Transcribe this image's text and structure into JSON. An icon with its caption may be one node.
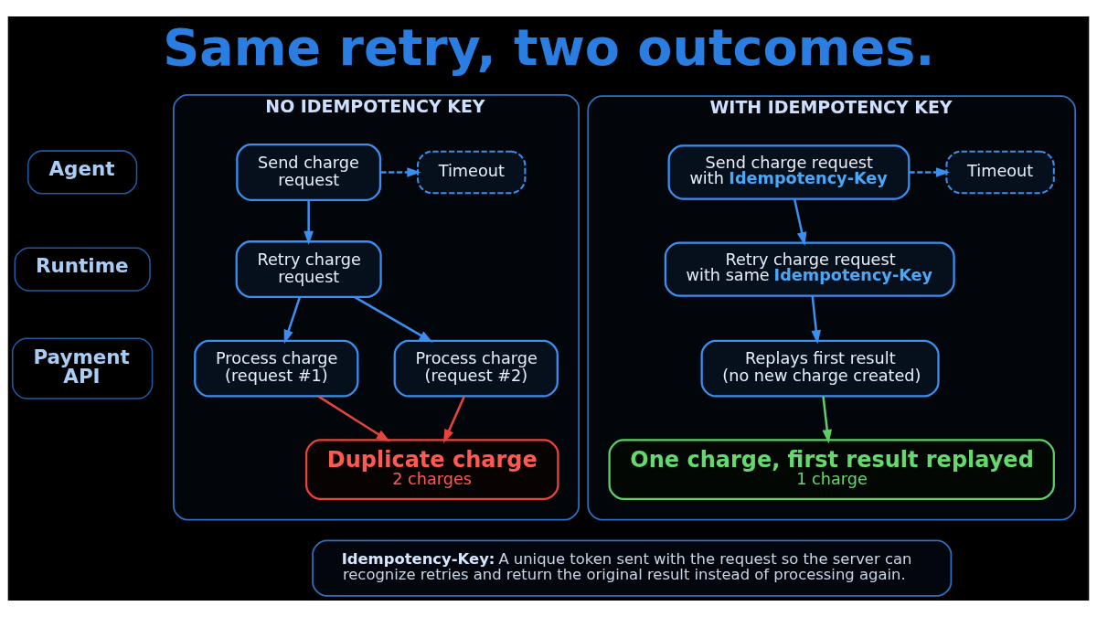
{
  "diagram": {
    "title": "Same retry, two outcomes.",
    "nodes": [
      {
        "text": [
          "NO IDEMPOTENCY KEY"
        ]
      },
      {
        "text": [
          "WITH IDEMPOTENCY KEY"
        ]
      },
      {
        "text": [
          "Agent"
        ]
      },
      {
        "text": [
          "Runtime"
        ]
      },
      {
        "text": [
          "Payment API"
        ]
      },
      {
        "text": [
          "Send charge request"
        ],
        "in": 0
      },
      {
        "text": [
          "Timeout"
        ],
        "in": 0
      },
      {
        "text": [
          "Retry charge request"
        ],
        "in": 0
      },
      {
        "text": [
          "Process charge (request #1)"
        ],
        "in": 0
      },
      {
        "text": [
          "Process charge (request #2)"
        ],
        "in": 0
      },
      {
        "text": [
          "Duplicate charge",
          "2 charges"
        ],
        "in": 0
      },
      {
        "text": [
          "Send charge request with **Idempotency-Key**"
        ],
        "in": 1
      },
      {
        "text": [
          "Timeout"
        ],
        "in": 1
      },
      {
        "text": [
          "Retry charge request with same **Idempotency-Key**"
        ],
        "in": 1
      },
      {
        "text": [
          "Replays first result (no new charge created)"
        ],
        "in": 1
      },
      {
        "text": [
          "One charge, first result replayed",
          "1 charge"
        ],
        "in": 1
      },
      {
        "text": [
          "**Idempotency-Key:** A unique token sent with the request so the server can recognize retries and return the original result instead of processing again."
        ]
      }
    ],
    "edges": [
      {
        "from": 5,
        "to": 6,
        "arrow": "to",
        "style": "dashed"
      },
      {
        "from": 5,
        "to": 7,
        "arrow": "to"
      },
      {
        "from": 7,
        "to": 8,
        "arrow": "to"
      },
      {
        "from": 7,
        "to": 9,
        "arrow": "to"
      },
      {
        "from": 8,
        "to": 10,
        "arrow": "to",
        "color": "#e8443f"
      },
      {
        "from": 9,
        "to": 10,
        "arrow": "to",
        "color": "#e8443f"
      },
      {
        "from": 11,
        "to": 12,
        "arrow": "to",
        "style": "dashed"
      },
      {
        "from": 11,
        "to": 13,
        "arrow": "to"
      },
      {
        "from": 13,
        "to": 14,
        "arrow": "to"
      },
      {
        "from": 14,
        "to": 15,
        "arrow": "to",
        "color": "#5ccf66"
      }
    ]
  }
}
